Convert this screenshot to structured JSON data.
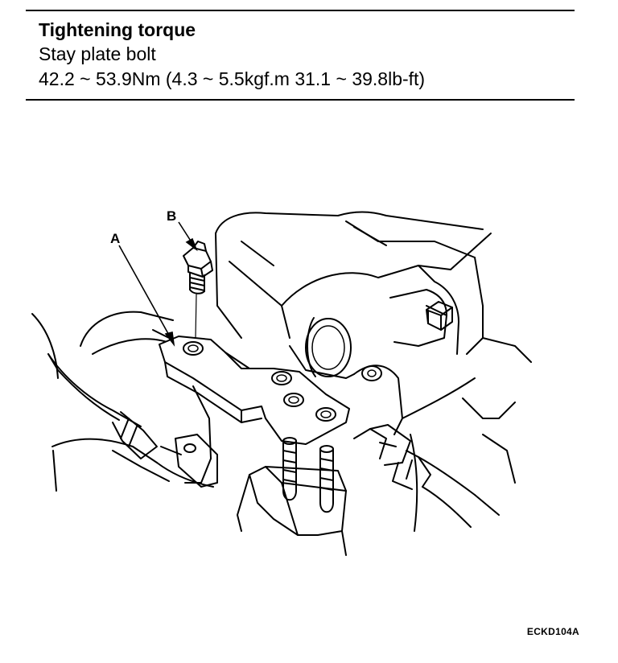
{
  "spec": {
    "title": "Tightening torque",
    "part": "Stay plate bolt",
    "value": "42.2 ~ 53.9Nm (4.3 ~ 5.5kgf.m 31.1 ~ 39.8lb-ft)"
  },
  "callouts": {
    "a": "A",
    "b": "B"
  },
  "figure_code": "ECKD104A"
}
